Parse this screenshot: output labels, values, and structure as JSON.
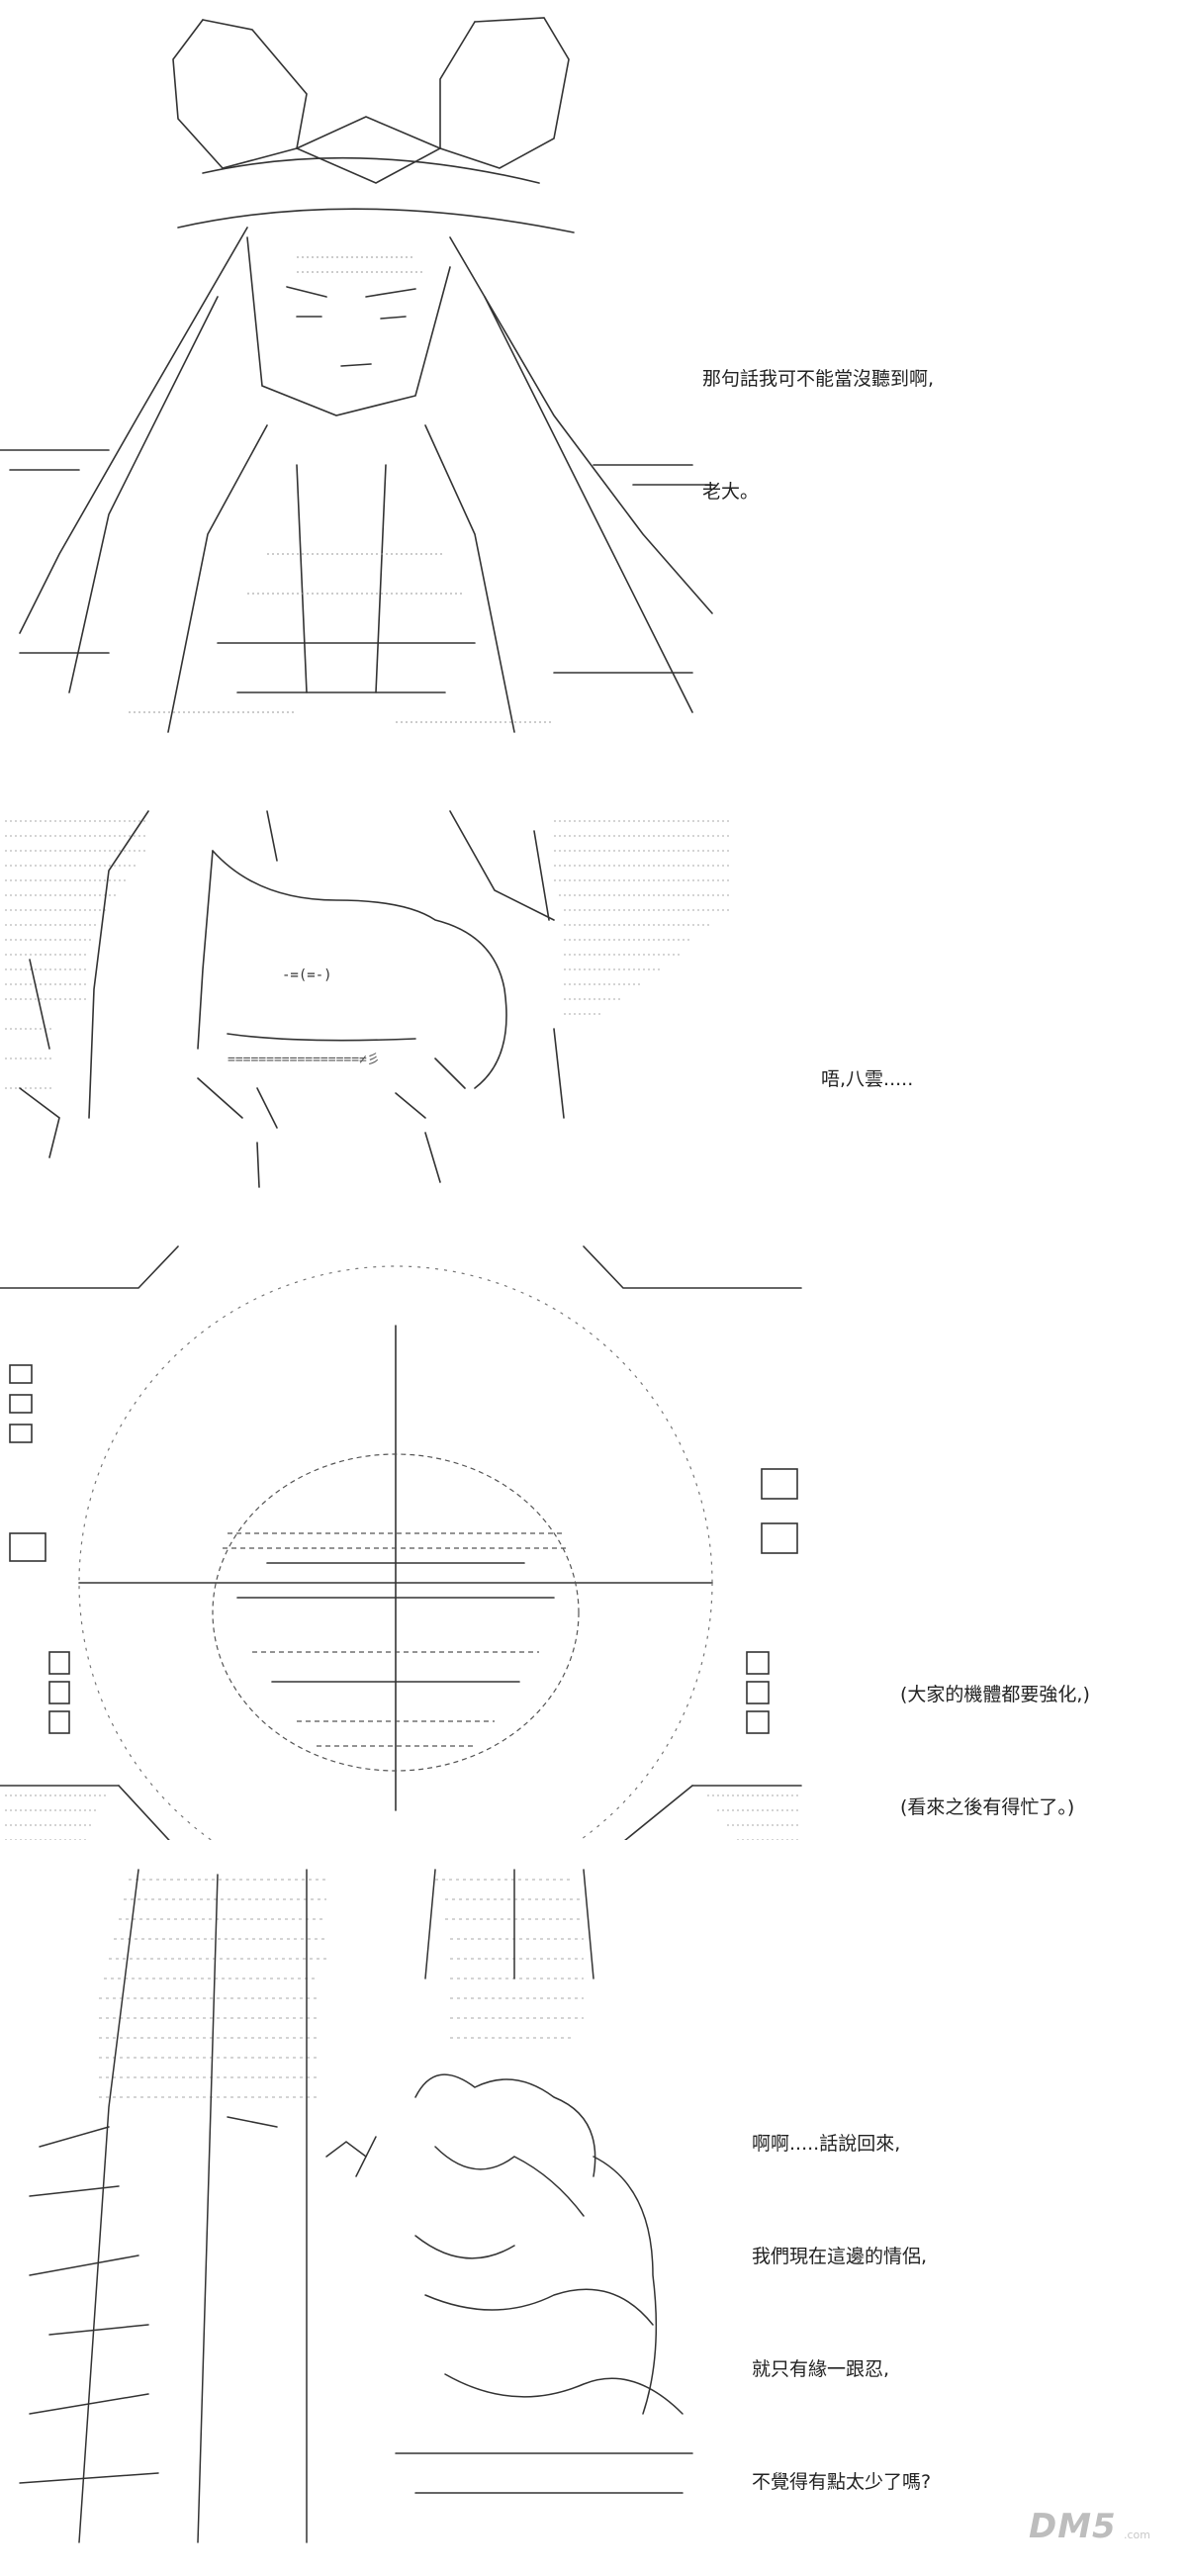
{
  "panels": [
    {
      "caption_lines": [
        "那句話我可不能當沒聽到啊,",
        "老大。"
      ]
    },
    {
      "caption_lines": [
        "唔,八雲....."
      ]
    },
    {
      "caption_lines": [
        "(大家的機體都要強化,)",
        "(看來之後有得忙了。)"
      ]
    },
    {
      "caption_lines": [
        "啊啊.....話說回來,",
        "我們現在這邊的情侶,",
        "就只有緣一跟忍,",
        "不覺得有點太少了嗎?"
      ]
    }
  ],
  "art_glyphs": {
    "panel3_face": "-=(=-)",
    "panel3_hair_bottom": "=================≠彡"
  },
  "watermark": {
    "logo": "DM5",
    "suffix": ".com"
  }
}
